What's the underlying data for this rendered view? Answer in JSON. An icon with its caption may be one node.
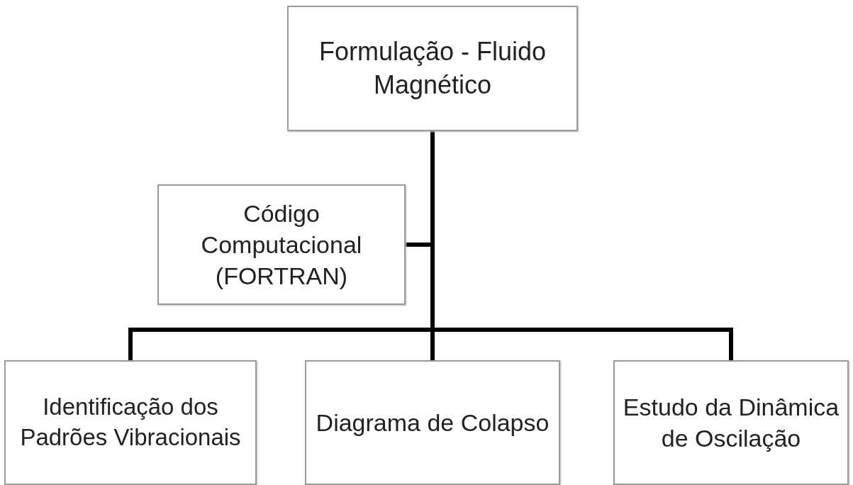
{
  "diagram": {
    "nodes": [
      {
        "text": [
          "Formulação - Fluido Magnético"
        ]
      },
      {
        "text": [
          "Código Computacional (FORTRAN)"
        ]
      },
      {
        "text": [
          "Identificação dos Padrões Vibracionais"
        ]
      },
      {
        "text": [
          "Diagrama de Colapso"
        ]
      },
      {
        "text": [
          "Estudo da Dinâmica de Oscilação"
        ]
      }
    ],
    "edges": [
      {
        "from": 0,
        "to": 1,
        "arrow": "none"
      },
      {
        "from": 0,
        "to": 2,
        "arrow": "none"
      },
      {
        "from": 0,
        "to": 3,
        "arrow": "none"
      },
      {
        "from": 0,
        "to": 4,
        "arrow": "none"
      }
    ]
  }
}
